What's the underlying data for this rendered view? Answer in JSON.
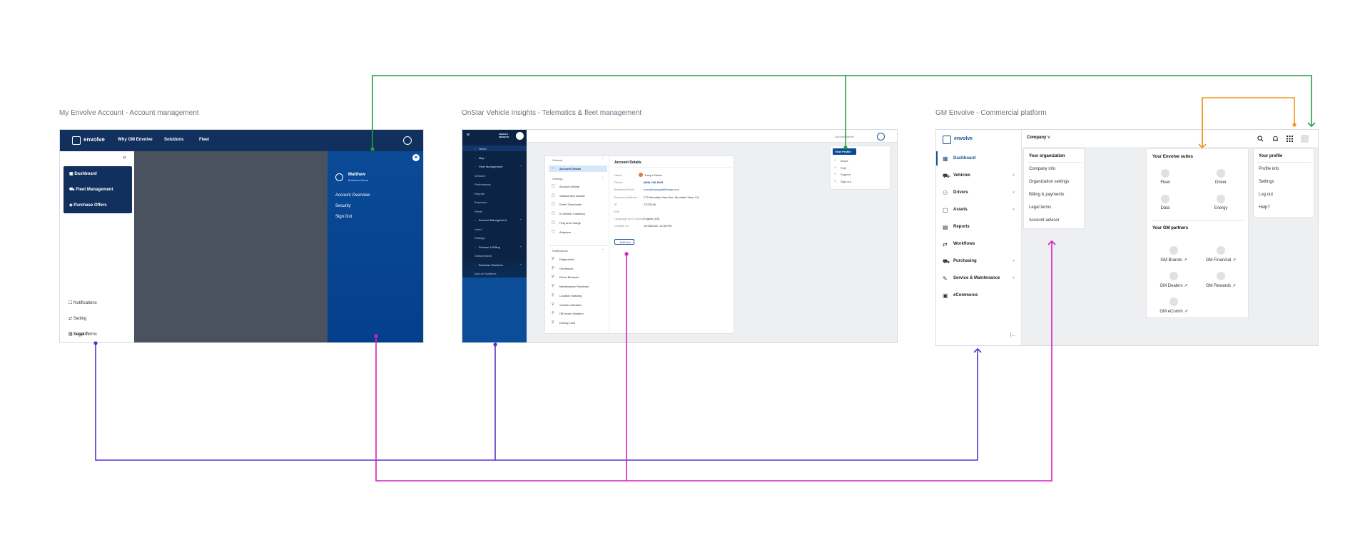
{
  "panel_titles": {
    "left": "My Envolve Account - Account management",
    "middle": "OnStar Vehicle Insights - Telematics & fleet management",
    "right": "GM Envolve - Commercial platform"
  },
  "colors": {
    "green": "#22a03c",
    "purple": "#5b2fc9",
    "magenta": "#d51fbf",
    "orange": "#f0961e",
    "navy": "#11305e",
    "blue": "#0a4a97"
  },
  "envolve_account": {
    "logo_text": "envolve",
    "nav": [
      "Why GM Envolve",
      "Solutions",
      "Fleet"
    ],
    "sidebar_items": [
      "Dashboard",
      "Fleet Management",
      "Purchase Offers"
    ],
    "sidebar_footer": [
      "Notifications",
      "Setting",
      "Support",
      "Legal Terms"
    ],
    "profile": {
      "name": "Matthew",
      "subtitle": "Business Name",
      "links": [
        "Account Overview",
        "Security",
        "Sign Out"
      ]
    }
  },
  "onstar": {
    "brand": "VEHICLE INSIGHTS",
    "top_right": "Account Admin",
    "nav": [
      {
        "label": "Home",
        "type": "main"
      },
      {
        "label": "Map",
        "type": "main"
      },
      {
        "label": "Fleet Management",
        "type": "group"
      },
      {
        "label": "Vehicles",
        "type": "sub"
      },
      {
        "label": "Performance",
        "type": "sub"
      },
      {
        "label": "Reports",
        "type": "sub"
      },
      {
        "label": "Expenses",
        "type": "sub"
      },
      {
        "label": "Fleets",
        "type": "sub"
      },
      {
        "label": "Account Management",
        "type": "group"
      },
      {
        "label": "Users",
        "type": "sub"
      },
      {
        "label": "Settings",
        "type": "sub"
      },
      {
        "label": "Finance & Billing",
        "type": "group"
      },
      {
        "label": "Subscriptions",
        "type": "sub"
      },
      {
        "label": "Business Solutions",
        "type": "group"
      },
      {
        "label": "Add-on Solutions",
        "type": "sub"
      }
    ],
    "settings_menu": {
      "general_header": "General",
      "active_item": "Account Details",
      "settings_header": "Settings",
      "settings_items": [
        "Account Activity",
        "Subscription Activity",
        "Event Thresholds",
        "In-Vehicle Coaching",
        "Plug and Charge",
        "Adapters"
      ],
      "notifications_header": "Notifications",
      "notification_items": [
        "Diagnostics",
        "Geofences",
        "Driver Behavior",
        "Maintenance Reminder",
        "Location Masking",
        "Vehicle Utilization",
        "Off-Hours Violation",
        "Driving Limit"
      ]
    },
    "account_details": {
      "title": "Account Details",
      "rows": [
        {
          "label": "Name",
          "value": "Tracy's Fleets"
        },
        {
          "label": "Phone",
          "value": "(800) 238-8948"
        },
        {
          "label": "Business Email",
          "value": "tracy@bodygatefleetgo.com"
        },
        {
          "label": "Business Address",
          "value": "272 Mountain View Ave, Mountain View, CA"
        },
        {
          "label": "ID",
          "value": "TGT9248"
        },
        {
          "label": "EIN",
          "value": ""
        },
        {
          "label": "Language and Country",
          "value": "English (US)"
        },
        {
          "label": "Created on",
          "value": "10/18/2022, 12:45 PM"
        }
      ],
      "edit_button": "Edit Info"
    },
    "profile_menu": {
      "button": "View Profile",
      "items": [
        "About",
        "FAQ",
        "Support",
        "Sign out"
      ]
    }
  },
  "gm_envolve": {
    "logo_text": "envolve",
    "company_label": "Company",
    "nav": [
      "Dashboard",
      "Vehicles",
      "Drivers",
      "Assets",
      "Reports",
      "Workflows",
      "Purchasing",
      "Service & Maintenance",
      "eCommerce"
    ],
    "org_menu": {
      "title": "Your organization",
      "items": [
        "Company info",
        "Organization settings",
        "Billing & payments",
        "Legal terms",
        "Account advisor"
      ]
    },
    "suites": {
      "title": "Your Envolve suites",
      "items": [
        "Fleet",
        "Driver",
        "Data",
        "Energy"
      ],
      "partners_title": "Your GM partners",
      "partners": [
        "GM Brands",
        "GM Financial",
        "GM Dealers",
        "GM Rewards",
        "GM eComm"
      ]
    },
    "profile_menu": {
      "title": "Your profile",
      "items": [
        "Profile info",
        "Settings",
        "Log out",
        "Help?"
      ]
    }
  }
}
